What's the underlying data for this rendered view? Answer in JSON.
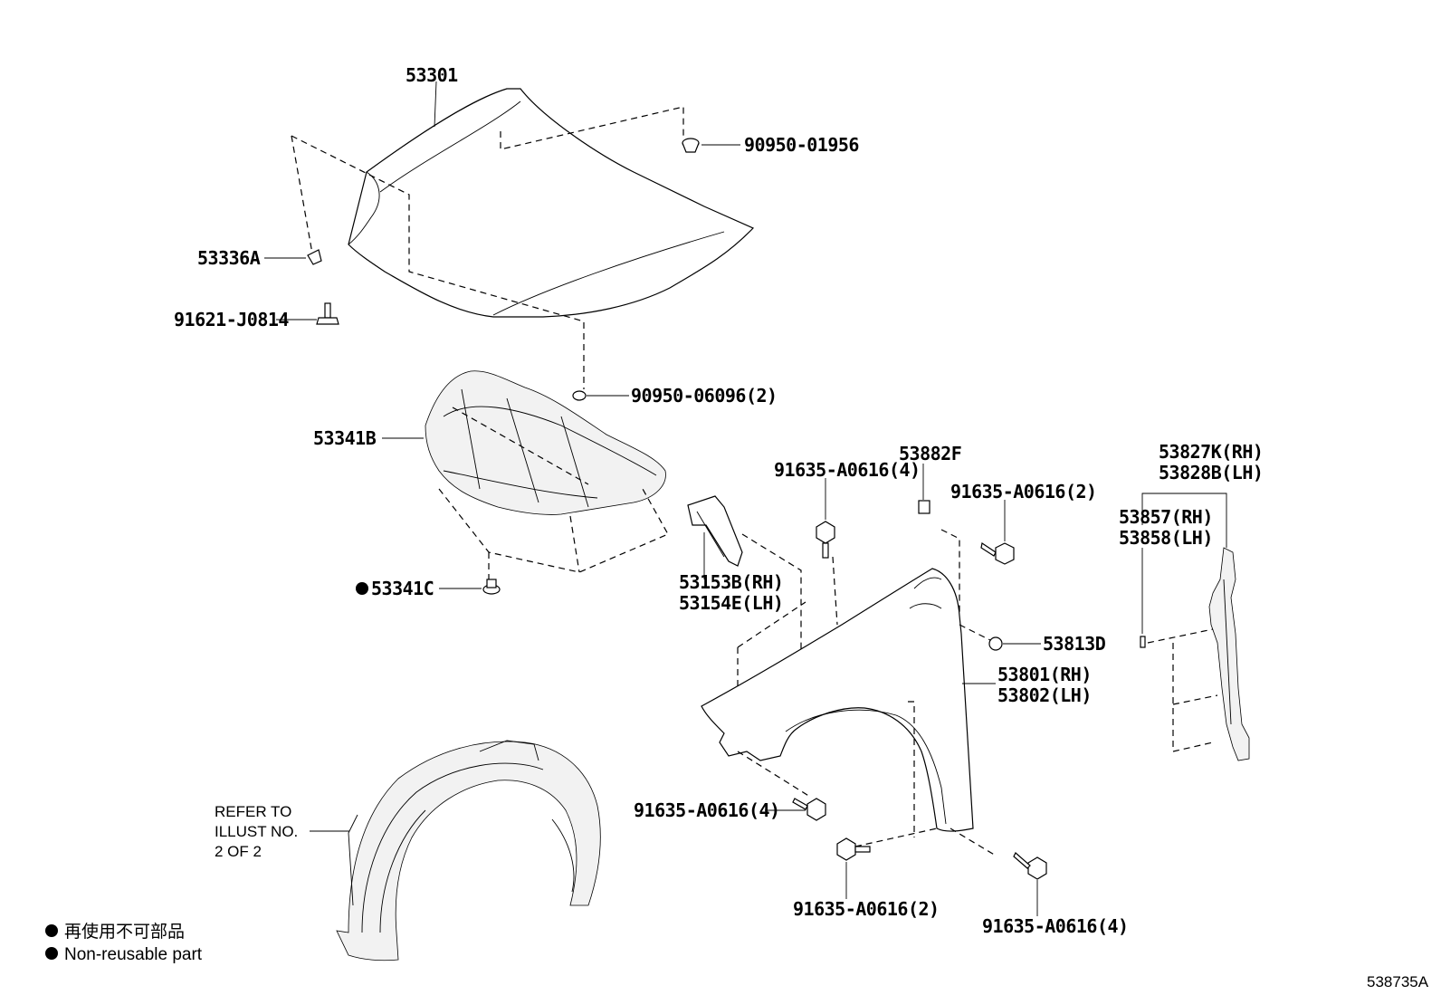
{
  "labels": {
    "hood": "53301",
    "hood_cushion_clip": "90950-01956",
    "hood_stay_bracket": "53336A",
    "hood_bolt": "91621-J0814",
    "hood_grommet": "90950-06096(2)",
    "insulator": "53341B",
    "insulator_clip": "53341C",
    "fender_bolt_top": "91635-A0616(4)",
    "fender_seal": "53882F",
    "fender_bolt_rear": "91635-A0616(2)",
    "bracket_rh": "53153B(RH)",
    "bracket_lh": "53154E(LH)",
    "fender_cushion": "53813D",
    "fender_rh": "53801(RH)",
    "fender_lh": "53802(LH)",
    "fender_bolt_front": "91635-A0616(4)",
    "fender_bolt_bottom": "91635-A0616(2)",
    "fender_bolt_lower_rear": "91635-A0616(4)",
    "side_seal_rh": "53827K(RH)",
    "side_seal_lh": "53828B(LH)",
    "side_panel_rh": "53857(RH)",
    "side_panel_lh": "53858(LH)"
  },
  "refer": {
    "line1": "REFER TO",
    "line2": "ILLUST NO.",
    "line3": "2 OF 2"
  },
  "legend": {
    "jp": "再使用不可部品",
    "en": "Non-reusable part"
  },
  "illustration_id": "538735A"
}
